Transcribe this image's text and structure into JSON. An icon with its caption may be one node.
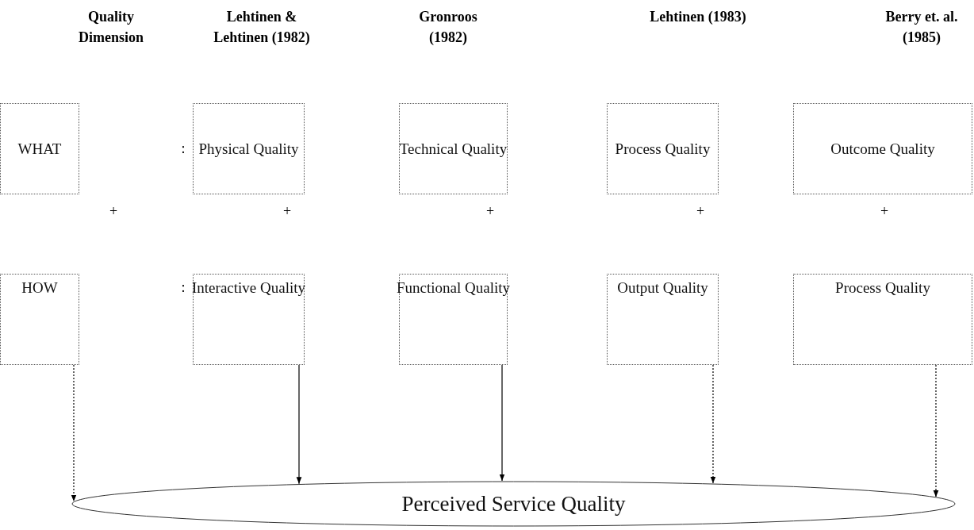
{
  "diagram": {
    "nodes": [
      {
        "text": [
          "WHAT"
        ]
      },
      {
        "text": [
          "Physical Quality"
        ]
      },
      {
        "text": [
          "Technical Quality"
        ]
      },
      {
        "text": [
          "Process Quality"
        ]
      },
      {
        "text": [
          "Outcome Quality"
        ]
      },
      {
        "text": [
          "HOW"
        ]
      },
      {
        "text": [
          "Interactive Quality"
        ]
      },
      {
        "text": [
          "Functional Quality"
        ]
      },
      {
        "text": [
          "Output Quality"
        ]
      },
      {
        "text": [
          "Process Quality"
        ]
      },
      {
        "text": [
          "Perceived Service Quality"
        ]
      }
    ],
    "edges": [
      {
        "from": 5,
        "to": 10,
        "arrow": "to",
        "style": "dashed"
      },
      {
        "from": 6,
        "to": 10,
        "arrow": "to"
      },
      {
        "from": 7,
        "to": 10,
        "arrow": "to"
      },
      {
        "from": 8,
        "to": 10,
        "arrow": "to",
        "style": "dashed"
      },
      {
        "from": 9,
        "to": 10,
        "arrow": "to",
        "style": "dashed"
      }
    ],
    "labels": [
      "Quality Dimension",
      "Lehtinen & Lehtinen (1982)",
      "Gronroos (1982)",
      "Lehtinen (1983)",
      "Berry et. al. (1985)",
      ":",
      "+",
      "+",
      "+",
      "+",
      "+",
      ":"
    ]
  }
}
